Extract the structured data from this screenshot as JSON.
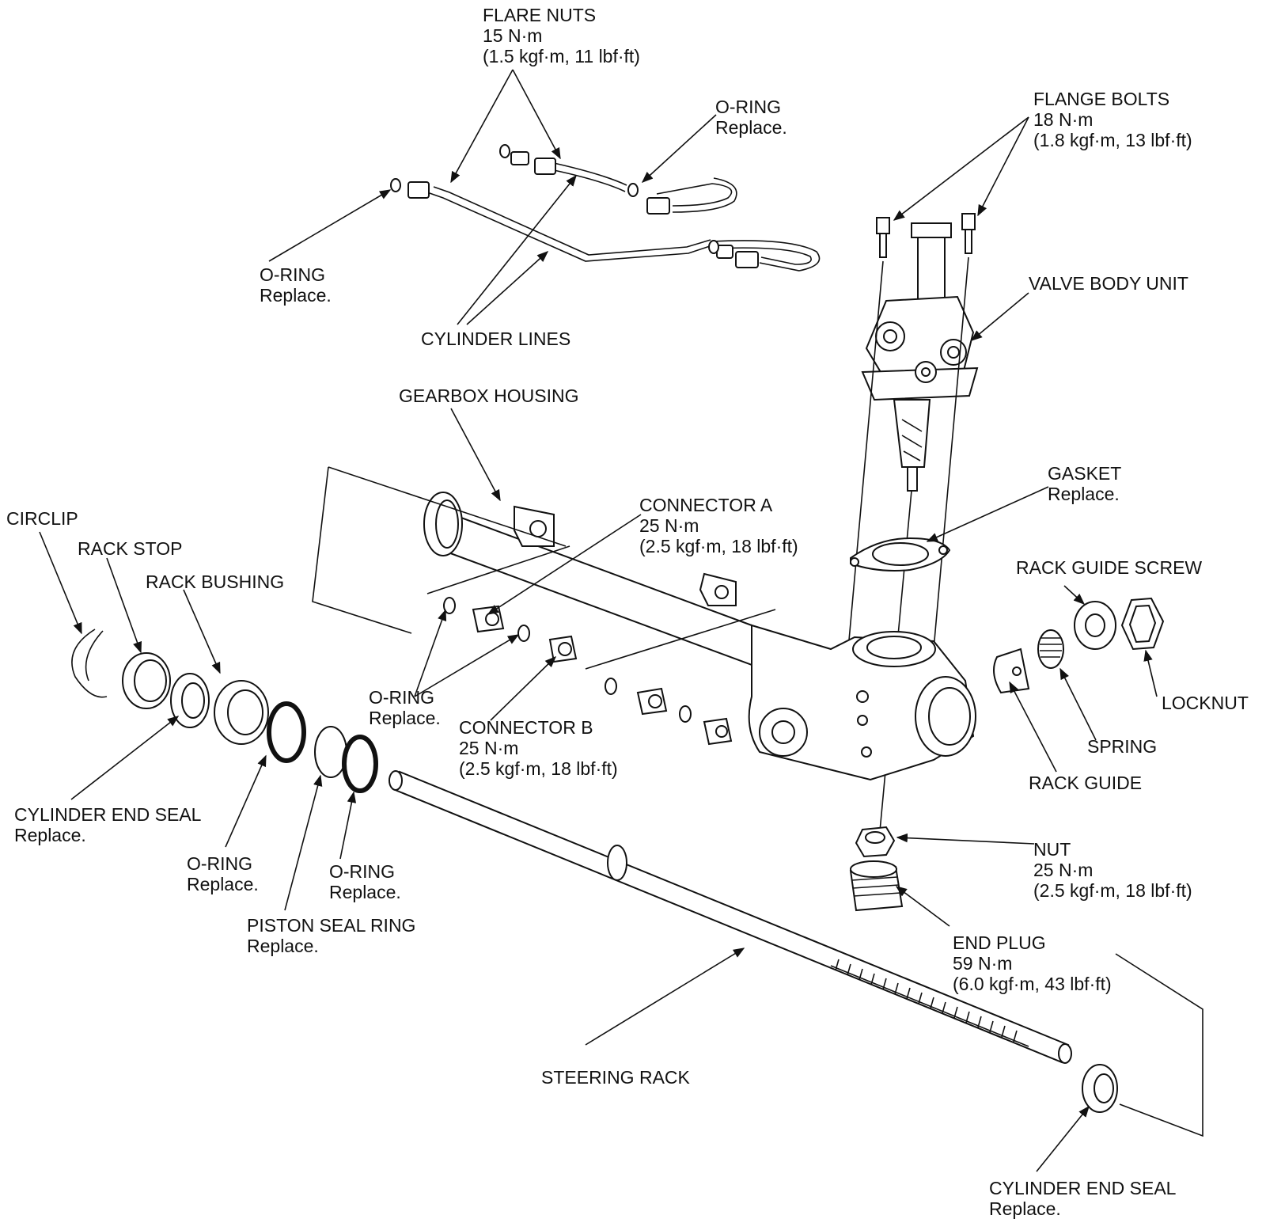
{
  "callouts": {
    "flare_nuts": {
      "lines": [
        "FLARE NUTS",
        "15 N·m",
        "(1.5 kgf·m, 11 lbf·ft)"
      ]
    },
    "o_ring_top_right": {
      "lines": [
        "O-RING",
        "Replace."
      ]
    },
    "flange_bolts": {
      "lines": [
        "FLANGE BOLTS",
        "18 N·m",
        "(1.8 kgf·m, 13 lbf·ft)"
      ]
    },
    "o_ring_top_left": {
      "lines": [
        "O-RING",
        "Replace."
      ]
    },
    "valve_body_unit": {
      "lines": [
        "VALVE BODY UNIT"
      ]
    },
    "cylinder_lines": {
      "lines": [
        "CYLINDER LINES"
      ]
    },
    "gearbox_housing": {
      "lines": [
        "GEARBOX HOUSING"
      ]
    },
    "gasket": {
      "lines": [
        "GASKET",
        "Replace."
      ]
    },
    "connector_a": {
      "lines": [
        "CONNECTOR A",
        "25 N·m",
        "(2.5 kgf·m, 18 lbf·ft)"
      ]
    },
    "circlip": {
      "lines": [
        "CIRCLIP"
      ]
    },
    "rack_stop": {
      "lines": [
        "RACK STOP"
      ]
    },
    "rack_guide_screw": {
      "lines": [
        "RACK GUIDE SCREW"
      ]
    },
    "rack_bushing": {
      "lines": [
        "RACK BUSHING"
      ]
    },
    "o_ring_connector": {
      "lines": [
        "O-RING",
        "Replace."
      ]
    },
    "locknut": {
      "lines": [
        "LOCKNUT"
      ]
    },
    "connector_b": {
      "lines": [
        "CONNECTOR B",
        "25 N·m",
        "(2.5 kgf·m, 18 lbf·ft)"
      ]
    },
    "spring": {
      "lines": [
        "SPRING"
      ]
    },
    "rack_guide": {
      "lines": [
        "RACK GUIDE"
      ]
    },
    "cylinder_end_seal_left": {
      "lines": [
        "CYLINDER END SEAL",
        "Replace."
      ]
    },
    "nut": {
      "lines": [
        "NUT",
        "25 N·m",
        "(2.5 kgf·m, 18 lbf·ft)"
      ]
    },
    "o_ring_left": {
      "lines": [
        "O-RING",
        "Replace."
      ]
    },
    "o_ring_mid": {
      "lines": [
        "O-RING",
        "Replace."
      ]
    },
    "piston_seal_ring": {
      "lines": [
        "PISTON SEAL RING",
        "Replace."
      ]
    },
    "end_plug": {
      "lines": [
        "END PLUG",
        "59 N·m",
        "(6.0 kgf·m, 43 lbf·ft)"
      ]
    },
    "steering_rack": {
      "lines": [
        "STEERING RACK"
      ]
    },
    "cylinder_end_seal_right": {
      "lines": [
        "CYLINDER END SEAL",
        "Replace."
      ]
    }
  }
}
